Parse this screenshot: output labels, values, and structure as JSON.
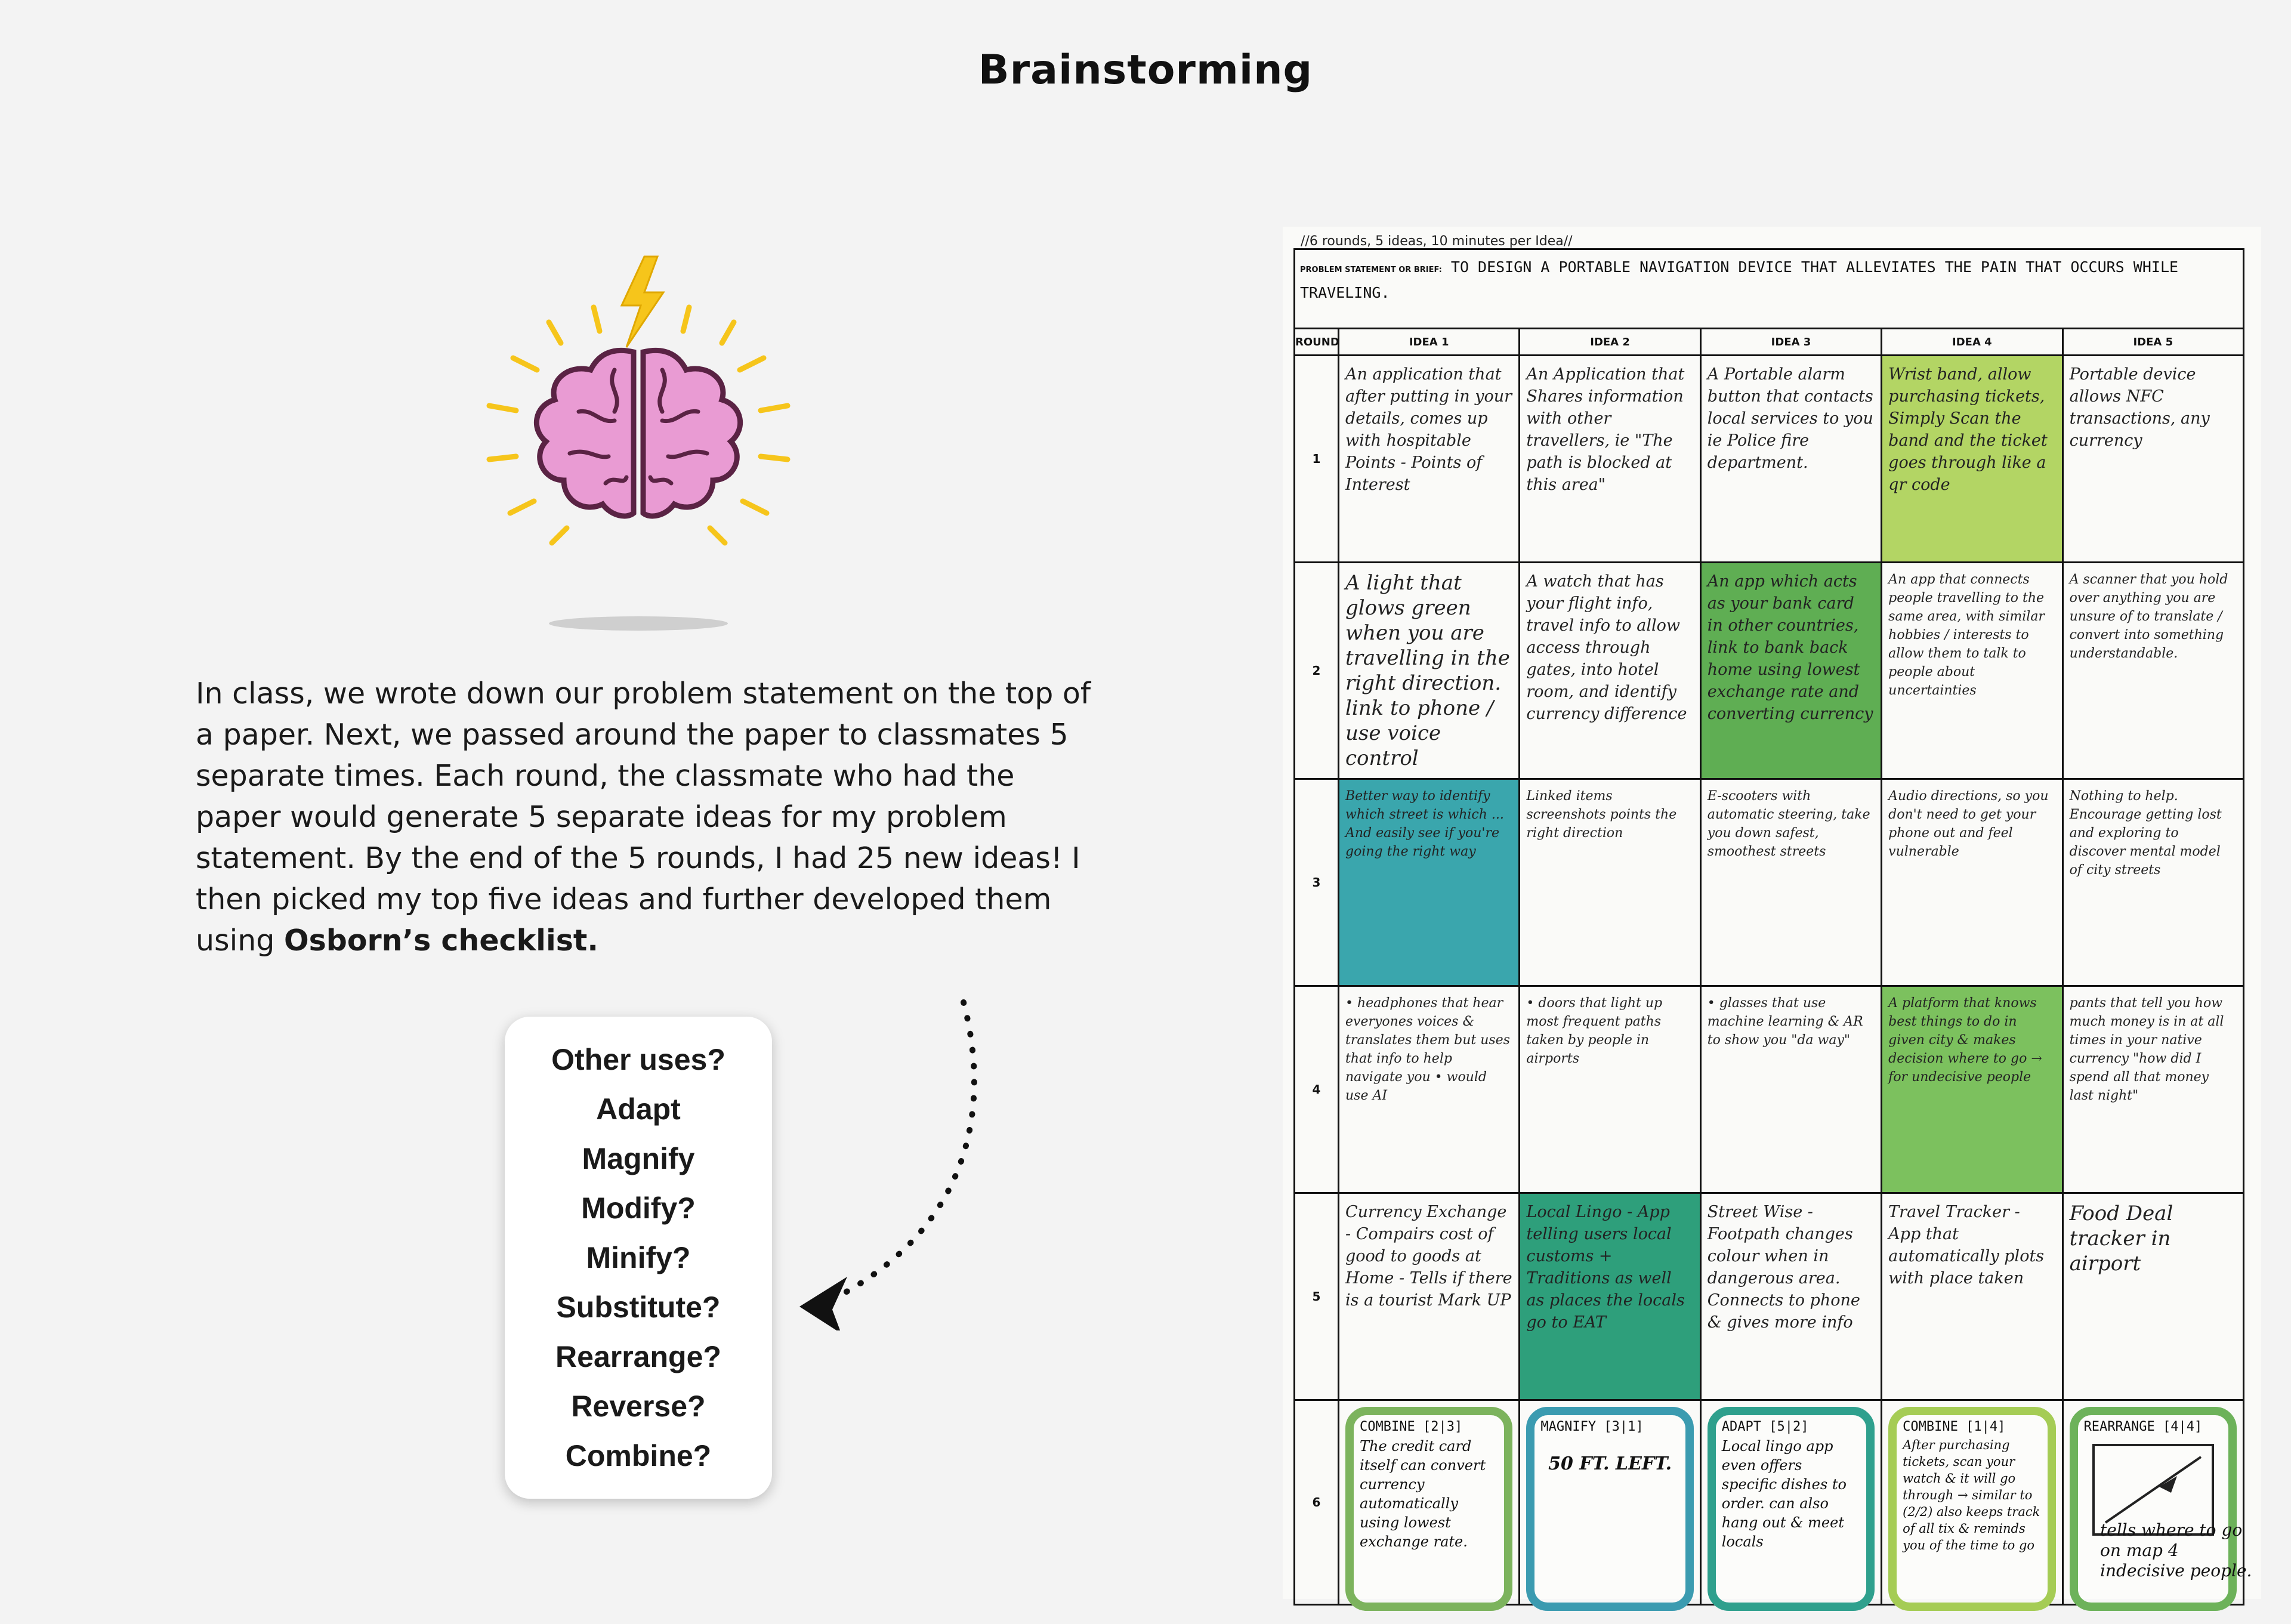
{
  "title": "Brainstorming",
  "intro": {
    "text": "In class, we wrote down our problem statement on the top of a paper. Next, we passed around the paper to classmates 5 separate times. Each round, the classmate who had the paper would generate 5 separate ideas for my problem statement. By the end of the 5 rounds, I had 25 new ideas! I then picked my top five ideas and further developed them using ",
    "bold": "Osborn’s checklist."
  },
  "checklist": [
    "Other uses?",
    "Adapt",
    "Magnify",
    "Modify?",
    "Minify?",
    "Substitute?",
    "Rearrange?",
    "Reverse?",
    "Combine?"
  ],
  "sheet": {
    "note": "//6 rounds, 5 ideas, 10 minutes per Idea//",
    "problem_label": "PROBLEM STATEMENT OR BRIEF:",
    "problem_text": "TO DESIGN A PORTABLE NAVIGATION DEVICE THAT ALLEVIATES THE PAIN THAT OCCURS WHILE TRAVELING.",
    "round_header": "ROUND",
    "idea_headers": [
      "IDEA 1",
      "IDEA 2",
      "IDEA 3",
      "IDEA 4",
      "IDEA 5"
    ],
    "rounds": [
      {
        "num": "1",
        "ideas": [
          "An application that after putting in your details, comes up with hospitable Points - Points of Interest",
          "An Application that Shares information with other travellers, ie \"The path is blocked at this area\"",
          "A Portable alarm button that contacts local services to you ie Police fire department.",
          "Wrist band, allow purchasing tickets, Simply Scan the band and the ticket goes through like a qr code",
          "Portable device allows NFC transactions, any currency"
        ]
      },
      {
        "num": "2",
        "ideas": [
          "A light that glows green when you are travelling in the right direction. link to phone / use voice control",
          "A watch that has your flight info, travel info to allow access through gates, into hotel room, and identify currency difference",
          "An app which acts as your bank card in other countries, link to bank back home using lowest exchange rate and converting currency",
          "An app that connects people travelling to the same area, with similar hobbies / interests to allow them to talk to people about uncertainties",
          "A scanner that you hold over anything you are unsure of to translate / convert into something understandable."
        ]
      },
      {
        "num": "3",
        "ideas": [
          "Better way to identify which street is which ... And easily see if you're going the right way",
          "Linked items screenshots points the right direction",
          "E-scooters with automatic steering, take you down safest, smoothest streets",
          "Audio directions, so you don't need to get your phone out and feel vulnerable",
          "Nothing to help. Encourage getting lost and exploring to discover mental model of city streets"
        ]
      },
      {
        "num": "4",
        "ideas": [
          "• headphones that hear everyones voices & translates them but uses that info to help navigate you • would use AI",
          "• doors that light up most frequent paths taken by people in airports",
          "• glasses that use machine learning & AR to show you \"da way\"",
          "A platform that knows best things to do in given city & makes decision where to go → for undecisive people",
          "pants that tell you how much money is in at all times in your native currency \"how did I spend all that money last night\""
        ]
      },
      {
        "num": "5",
        "ideas": [
          "Currency Exchange - Compairs cost of good to goods at Home - Tells if there is a tourist Mark UP",
          "Local Lingo - App telling users local customs + Traditions as well as places the locals go to EAT",
          "Street Wise - Footpath changes colour when in dangerous area. Connects to phone & gives more info",
          "Travel Tracker - App that automatically plots with place taken",
          "Food Deal tracker in airport"
        ]
      }
    ],
    "round6": {
      "num": "6",
      "ideas": [
        {
          "heading": "COMBINE [2|3]",
          "text": "The credit card itself can convert currency automatically using lowest exchange rate.",
          "color": "#7cb35d"
        },
        {
          "heading": "MAGNIFY [3|1]",
          "text": "50 FT. LEFT.",
          "color": "#3b9bb0"
        },
        {
          "heading": "ADAPT [5|2]",
          "text": "Local lingo app even offers specific dishes to order. can also hang out & meet locals",
          "color": "#2fa08d"
        },
        {
          "heading": "COMBINE [1|4]",
          "text": "After purchasing tickets, scan your watch & it will go through → similar to (2/2) also keeps track of all tix & reminds you of the time to go",
          "color": "#a5cc55"
        },
        {
          "heading": "REARRANGE [4|4]",
          "text": "",
          "color": "#6db25a"
        }
      ]
    },
    "bottom_note": "tells where to go on map 4 indecisive people."
  }
}
